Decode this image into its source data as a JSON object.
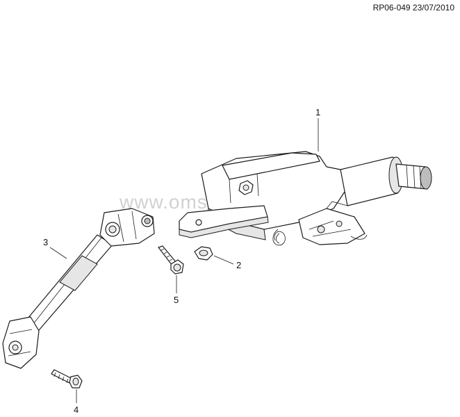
{
  "reference": "RP06-049 23/07/2010",
  "watermark": "www.omsklad.ru",
  "callouts": [
    {
      "id": "callout-1",
      "label": "1"
    },
    {
      "id": "callout-2",
      "label": "2"
    },
    {
      "id": "callout-3",
      "label": "3"
    },
    {
      "id": "callout-4",
      "label": "4"
    },
    {
      "id": "callout-5",
      "label": "5"
    }
  ],
  "parts": [
    {
      "callout": "1",
      "name": "steering-column-assembly"
    },
    {
      "callout": "2",
      "name": "nut"
    },
    {
      "callout": "3",
      "name": "intermediate-shaft"
    },
    {
      "callout": "4",
      "name": "lower-bolt"
    },
    {
      "callout": "5",
      "name": "pinch-bolt"
    }
  ]
}
